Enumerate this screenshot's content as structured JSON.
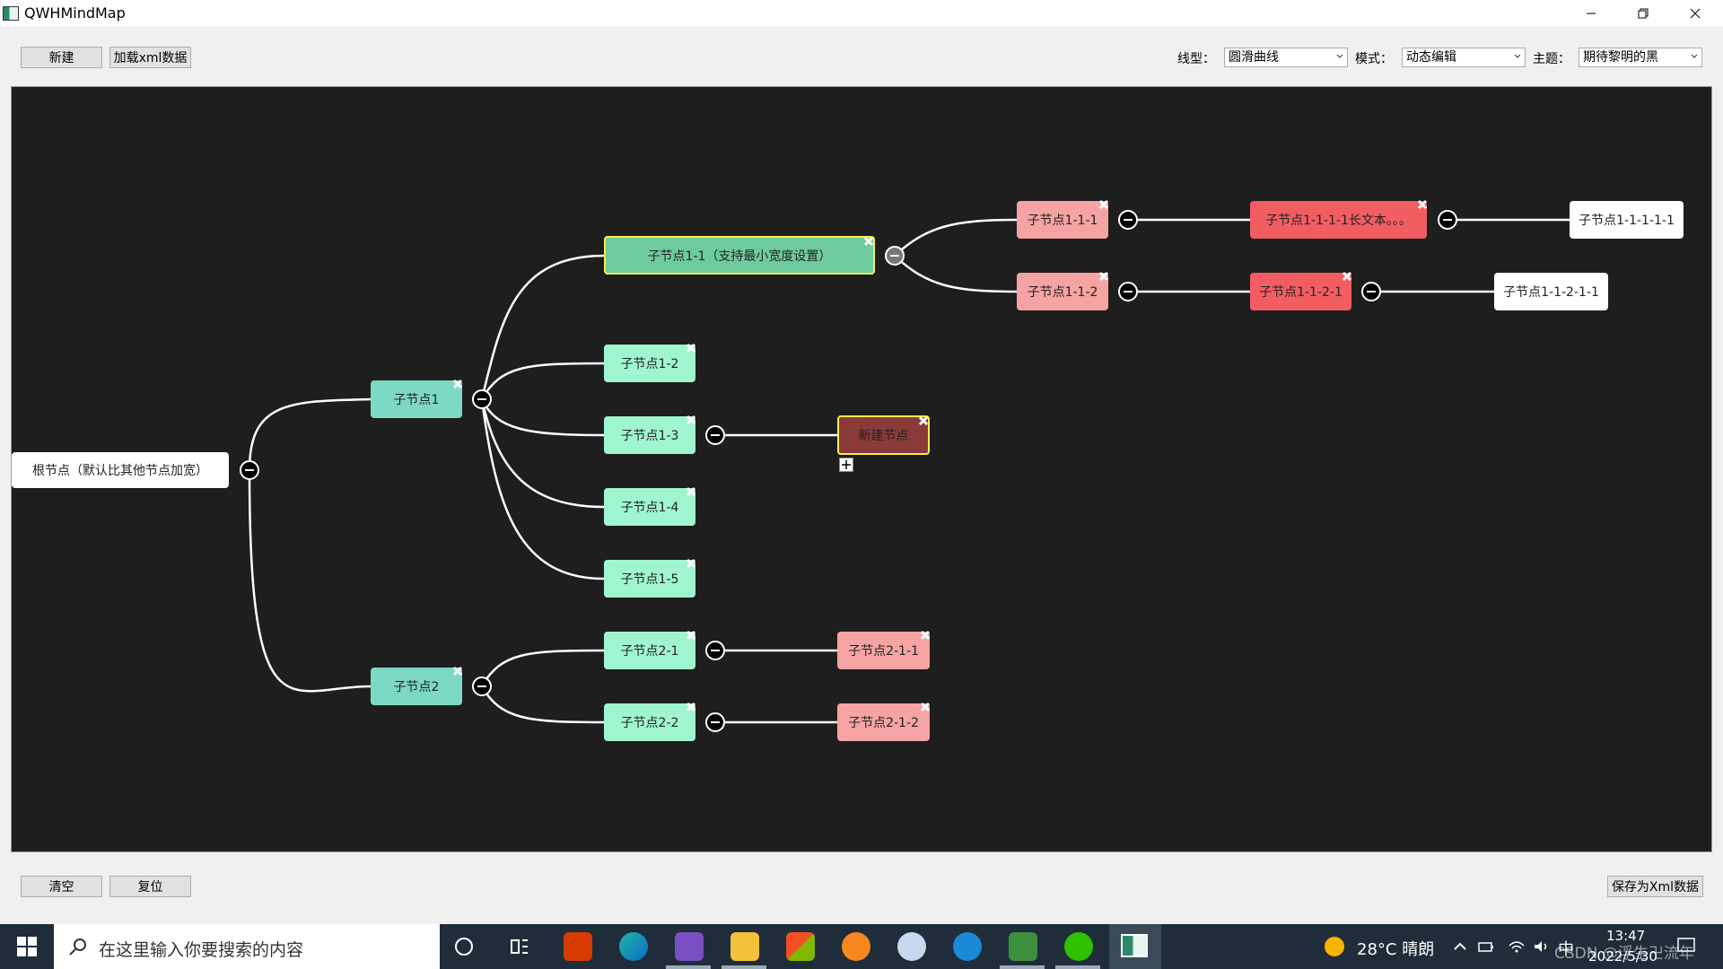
{
  "window": {
    "title": "QWHMindMap"
  },
  "toolbar": {
    "new_label": "新建",
    "load_label": "加载xml数据",
    "line_label": "线型：",
    "line_value": "圆滑曲线",
    "mode_label": "模式：",
    "mode_value": "动态编辑",
    "theme_label": "主题：",
    "theme_value": "期待黎明的黑"
  },
  "bottom": {
    "clear_label": "清空",
    "reset_label": "复位",
    "save_label": "保存为Xml数据"
  },
  "nodes": {
    "root": "根节点（默认比其他节点加宽）",
    "n1": "子节点1",
    "n2": "子节点2",
    "n1_1": "子节点1-1（支持最小宽度设置）",
    "n1_2": "子节点1-2",
    "n1_3": "子节点1-3",
    "n1_4": "子节点1-4",
    "n1_5": "子节点1-5",
    "n_new": "新建节点",
    "n1_1_1": "子节点1-1-1",
    "n1_1_2": "子节点1-1-2",
    "n1_1_1_1": "子节点1-1-1-1长文本。。。",
    "n1_1_1_1_1": "子节点1-1-1-1-1",
    "n1_1_2_1": "子节点1-1-2-1",
    "n1_1_2_1_1": "子节点1-1-2-1-1",
    "n2_1": "子节点2-1",
    "n2_2": "子节点2-2",
    "n2_1_1": "子节点2-1-1",
    "n2_2_1": "子节点2-1-2"
  },
  "colors": {
    "canvas_bg": "#1e1e1e",
    "level1": "#7dd8c4",
    "level2": "#9ff5cf",
    "selected_fill": "#6dcb9e",
    "selected_border": "#f7f04a",
    "level3": "#f5a3a3",
    "level4": "#f25d62",
    "new_node": "#8b3a3a",
    "leaf": "#ffffff"
  },
  "taskbar": {
    "search_placeholder": "在这里输入你要搜索的内容",
    "weather": "28°C  晴朗",
    "ime": "中",
    "time": "13:47",
    "date": "2022/5/30",
    "watermark": "CSDN @浮生卍流年"
  }
}
